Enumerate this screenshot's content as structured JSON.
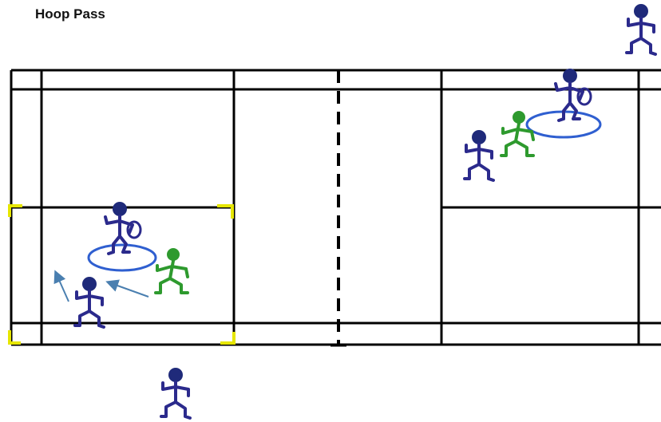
{
  "title": "Hoop Pass",
  "colors": {
    "court_lines": "#000000",
    "corner_markers": "#e6e600",
    "player_blue": "#2b2a8c",
    "player_head_blue": "#1f2a7a",
    "player_green": "#2e9a2e",
    "hoop": "#2f5fd0",
    "arrow": "#4a7fb0",
    "background": "#ffffff"
  },
  "figures": [
    {
      "id": "waiting-player-top-right",
      "team": "blue",
      "pose": "standing"
    },
    {
      "id": "hoop-holder-right",
      "team": "blue",
      "pose": "holding-hoop"
    },
    {
      "id": "partner-right",
      "team": "green",
      "pose": "running"
    },
    {
      "id": "receiver-right",
      "team": "blue",
      "pose": "running"
    },
    {
      "id": "hoop-holder-left",
      "team": "blue",
      "pose": "holding-hoop"
    },
    {
      "id": "partner-left",
      "team": "green",
      "pose": "running"
    },
    {
      "id": "receiver-left",
      "team": "blue",
      "pose": "running"
    },
    {
      "id": "waiting-player-bottom",
      "team": "blue",
      "pose": "standing"
    }
  ],
  "icons": {
    "hoop": "hoop-icon",
    "stick_figure": "stick-figure-icon",
    "arrow": "movement-arrow-icon"
  }
}
